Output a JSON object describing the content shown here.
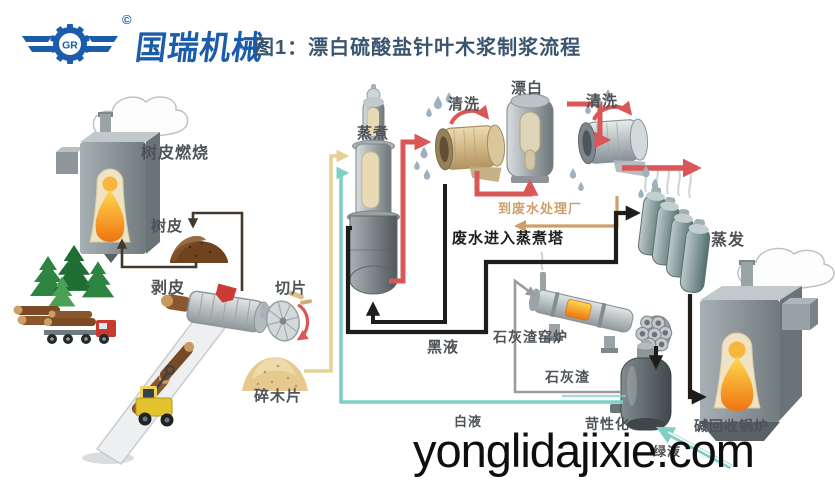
{
  "header": {
    "logo_gr": "GR",
    "copyright": "©",
    "brand": "国瑞机械",
    "title": "图1：漂白硫酸盐针叶木浆制浆流程"
  },
  "labels": {
    "bark_burning": "树皮燃烧",
    "bark": "树皮",
    "debarking": "剥皮",
    "chipping": "切片",
    "wood_chips": "碎木片",
    "cooking": "蒸煮",
    "washing1": "清洗",
    "bleaching": "漂白",
    "washing2": "清洗",
    "evaporation": "蒸发",
    "to_wastewater_plant": "到废水处理厂",
    "wastewater_to_digester": "废水进入蒸煮塔",
    "black_liquor": "黑液",
    "white_liquor": "白液",
    "green_liquor": "绿液",
    "lime_kiln": "石灰渣窑炉",
    "lime_mud": "石灰渣",
    "causticizing": "苛性化",
    "recovery_boiler": "碱回收锅炉"
  },
  "watermark": "yonglidajixie.com",
  "colors": {
    "brand_blue": "#1b5cab",
    "title_text": "#3a5570",
    "label_text": "#4e5357",
    "line_red": "#d95757",
    "line_black": "#1d1d1b",
    "line_brown": "#43382c",
    "line_yellow": "#e7d096",
    "line_teal": "#7fcfc7",
    "line_tan": "#cda06b",
    "line_gray": "#9b9b9b",
    "flame_orange": "#f0861f",
    "watermark_text": "#0e0e0e"
  }
}
